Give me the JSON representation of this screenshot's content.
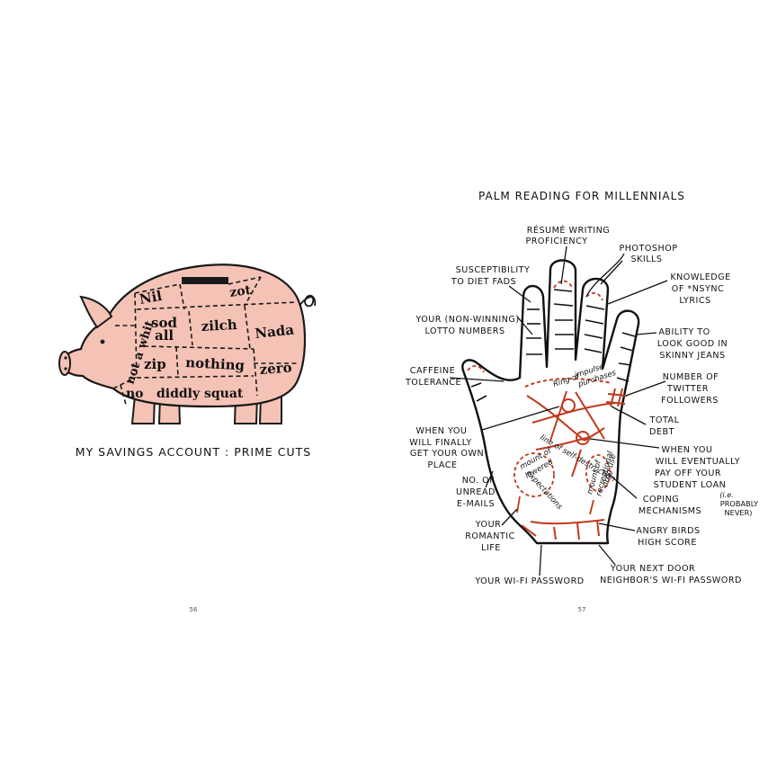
{
  "left_page": {
    "caption": "MY SAVINGS ACCOUNT : PRIME CUTS",
    "page_number": "56",
    "pig_cuts": {
      "nil": "Nil",
      "zot": "zot",
      "sod": "sod",
      "all": "all",
      "zilch": "zilch",
      "nada": "Nada",
      "not_a_whit": "not a whit",
      "zip": "zip",
      "nothing": "nothing",
      "zero": "zero",
      "no": "no",
      "diddly_squat": "diddly squat"
    }
  },
  "right_page": {
    "title": "PALM READING FOR MILLENNIALS",
    "page_number": "57",
    "hand_text": {
      "ring_of": "Ring of",
      "impulse": "impulse",
      "purchases": "purchases",
      "line_of_self": "line of self-destruction",
      "mount_1": "mount of",
      "mount_2": "lowered",
      "mount_3": "expectations",
      "rec_1": "mount of",
      "rec_2": "recreational",
      "rec_3": "drug use"
    },
    "labels": {
      "resume_1": "RÉSUMÉ WRITING",
      "resume_2": "PROFICIENCY",
      "photoshop_1": "PHOTOSHOP",
      "photoshop_2": "SKILLS",
      "diet_1": "SUSCEPTIBILITY",
      "diet_2": "TO DIET FADS",
      "nsync_1": "KNOWLEDGE",
      "nsync_2": "OF *NSYNC",
      "nsync_3": "LYRICS",
      "lotto_1": "YOUR (NON-WINNING)",
      "lotto_2": "LOTTO NUMBERS",
      "jeans_1": "ABILITY TO",
      "jeans_2": "LOOK GOOD IN",
      "jeans_3": "SKINNY JEANS",
      "caffeine_1": "CAFFEINE",
      "caffeine_2": "TOLERANCE",
      "twitter_1": "NUMBER OF",
      "twitter_2": "TWITTER",
      "twitter_3": "FOLLOWERS",
      "debt_1": "TOTAL",
      "debt_2": "DEBT",
      "place_1": "WHEN YOU",
      "place_2": "WILL FINALLY",
      "place_3": "GET YOUR OWN",
      "place_4": "PLACE",
      "loan_1": "WHEN YOU",
      "loan_2": "WILL EVENTUALLY",
      "loan_3": "PAY OFF YOUR",
      "loan_4": "STUDENT LOAN",
      "loan_5": "(i.e.",
      "loan_6": "PROBABLY",
      "loan_7": "NEVER)",
      "emails_1": "NO. OF",
      "emails_2": "UNREAD",
      "emails_3": "E-MAILS",
      "coping_1": "COPING",
      "coping_2": "MECHANISMS",
      "romantic_1": "YOUR",
      "romantic_2": "ROMANTIC",
      "romantic_3": "LIFE",
      "angry_1": "ANGRY BIRDS",
      "angry_2": "HIGH SCORE",
      "wifi": "YOUR WI-FI PASSWORD",
      "neighbor_1": "YOUR NEXT DOOR",
      "neighbor_2": "NEIGHBOR'S WI-FI PASSWORD"
    }
  }
}
